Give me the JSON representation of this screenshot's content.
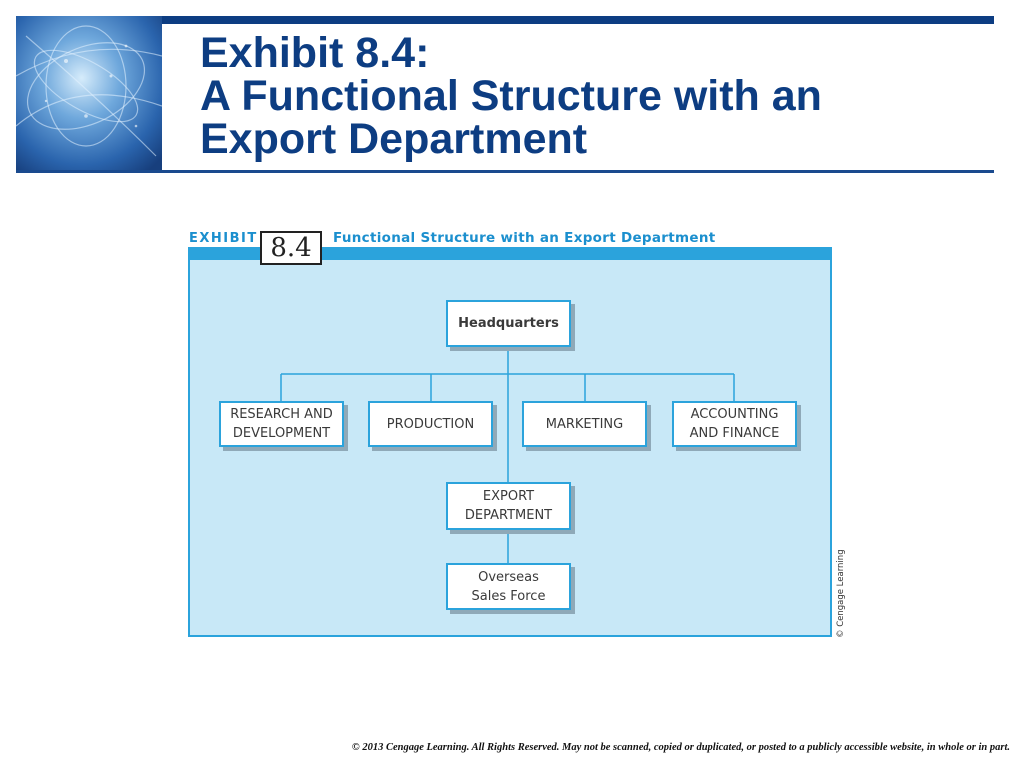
{
  "slide": {
    "title_lines": [
      "Exhibit 8.4:",
      "A Functional Structure with an",
      "Export Department"
    ]
  },
  "exhibit": {
    "label": "EXHIBIT",
    "number": "8.4",
    "caption": "Functional Structure with an Export Department"
  },
  "org_chart": {
    "headquarters": "Headquarters",
    "functions": [
      "RESEARCH AND\nDEVELOPMENT",
      "PRODUCTION",
      "MARKETING",
      "ACCOUNTING\nAND FINANCE"
    ],
    "export_department": "EXPORT\nDEPARTMENT",
    "overseas": "Overseas\nSales Force"
  },
  "credit": "© Cengage Learning",
  "footer": "© 2013 Cengage Learning. All Rights Reserved. May not be scanned, copied or duplicated, or posted to a publicly accessible website, in whole or in part.",
  "colors": {
    "title": "#0d3d82",
    "panel_fill": "#c8e8f7",
    "panel_border": "#2ba3dc",
    "connector": "#2ba3dc"
  }
}
